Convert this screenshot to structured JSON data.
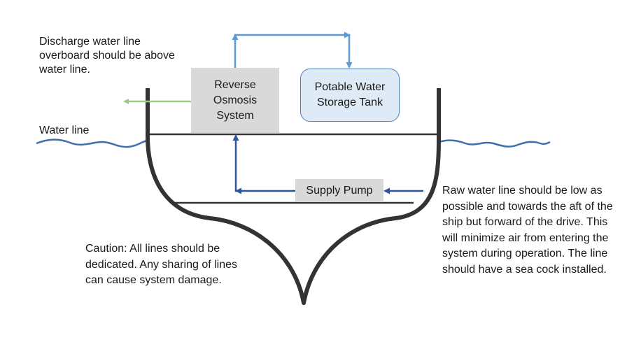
{
  "colors": {
    "hull": "#333333",
    "water_line": "#3e6fa8",
    "discharge_line": "#9dcb85",
    "potable_line": "#5b9bd5",
    "raw_line": "#2e5597",
    "box_gray": "#d9d9d9",
    "tank_fill": "#deebf7",
    "tank_border": "#4a7ebb"
  },
  "components": {
    "ro_system": "Reverse Osmosis System",
    "potable_tank": "Potable Water Storage Tank",
    "supply_pump": "Supply Pump"
  },
  "labels": {
    "water_line": "Water line",
    "discharge_note": "Discharge water line overboard should be above water line.",
    "raw_water_note": "Raw water line should be low as possible and towards the aft of the ship but forward of the drive. This will minimize air from entering the system during operation. The line should have a sea cock installed.",
    "caution_note": "Caution: All lines should be dedicated. Any sharing of lines can cause system damage."
  },
  "flows": [
    {
      "name": "raw-water-intake",
      "from": "hull-intake",
      "to": "Supply Pump"
    },
    {
      "name": "pump-to-ro",
      "from": "Supply Pump",
      "to": "Reverse Osmosis System"
    },
    {
      "name": "product-water",
      "from": "Reverse Osmosis System",
      "to": "Potable Water Storage Tank"
    },
    {
      "name": "discharge-overboard",
      "from": "Reverse Osmosis System",
      "to": "overboard"
    }
  ]
}
